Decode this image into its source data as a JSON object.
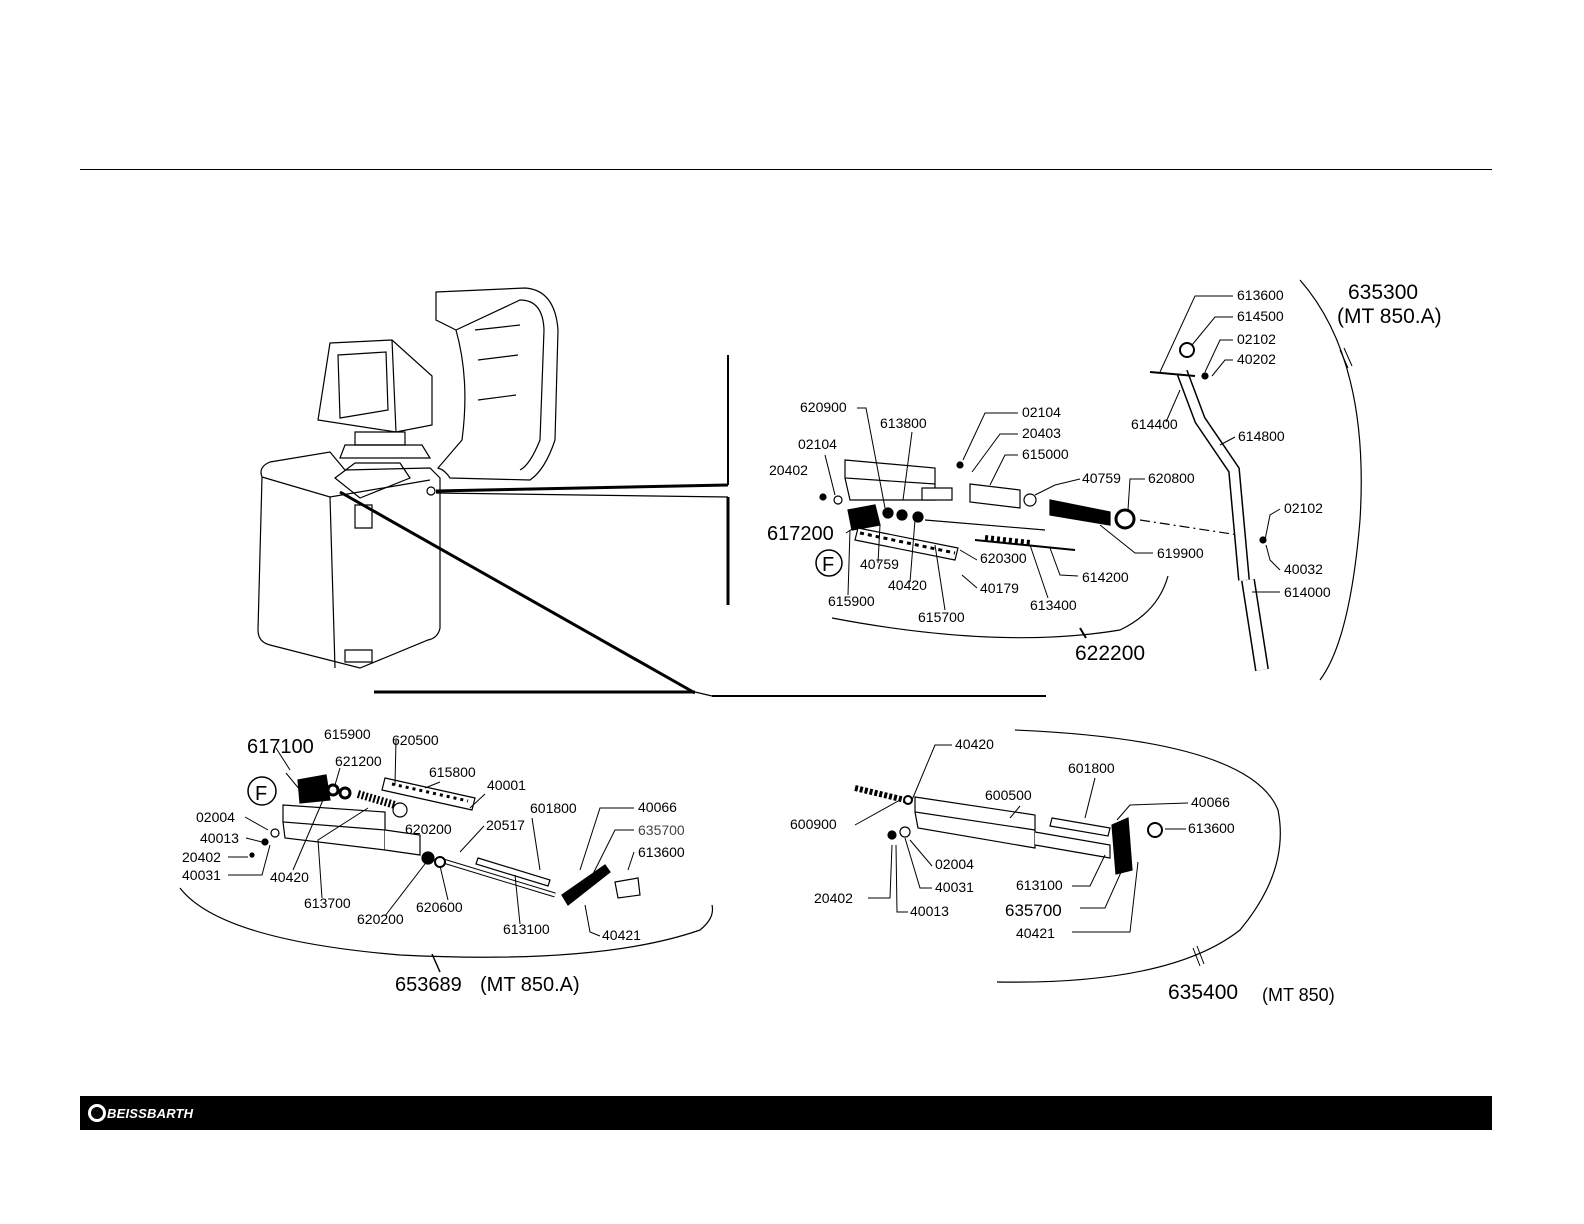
{
  "brand": {
    "name": "BEISSBARTH"
  },
  "diagram": {
    "groups": {
      "upper_assembly": "622200",
      "tilt_arm": "635300",
      "tilt_arm_model": "(MT 850.A)",
      "lower_left_assembly": "653689",
      "lower_left_model": "(MT 850.A)",
      "lower_right_assembly": "635400",
      "lower_right_model": "(MT 850)"
    },
    "callouts": {
      "upper": [
        "620900",
        "613800",
        "02104",
        "20403",
        "615000",
        "40759",
        "620800",
        "02104",
        "20402",
        "617200",
        "F",
        "40759",
        "40420",
        "620300",
        "40179",
        "614200",
        "619900",
        "615900",
        "615700",
        "613400"
      ],
      "arm": [
        "613600",
        "614500",
        "02102",
        "40202",
        "614400",
        "614800",
        "02102",
        "40032",
        "614000"
      ],
      "lower_left": [
        "617100",
        "615900",
        "620500",
        "621200",
        "615800",
        "40001",
        "F",
        "02004",
        "40013",
        "20402",
        "40031",
        "620200",
        "20517",
        "601800",
        "40066",
        "635700",
        "613600",
        "40420",
        "613700",
        "620200",
        "620600",
        "613100",
        "40421"
      ],
      "lower_right": [
        "40420",
        "601800",
        "600500",
        "40066",
        "613600",
        "600900",
        "02004",
        "40031",
        "613100",
        "20402",
        "40013",
        "635700",
        "40421"
      ]
    }
  }
}
